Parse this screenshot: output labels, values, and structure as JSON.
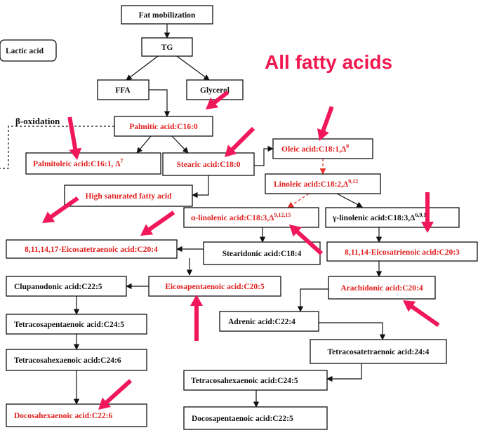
{
  "title": "All fatty acids",
  "side_labels": {
    "lactic_acid": "Lactic acid",
    "beta_oxidation": "β-oxidation"
  },
  "nodes": {
    "fat_mobilization": "Fat mobilization",
    "tg": "TG",
    "ffa": "FFA",
    "glycerol": "Glycerol",
    "palmitic": "Palmitic acid:C16:0",
    "palmitoleic": "Palmitoleic acid:C16:1, Δ",
    "palmitoleic_sup": "7",
    "stearic": "Stearic acid:C18:0",
    "oleic": "Oleic acid:C18:1,Δ",
    "oleic_sup": "9",
    "linoleic": "Linoleic acid:C18:2,Δ",
    "linoleic_sup": "9,12",
    "high_sat": "High saturated fatty acid",
    "alpha_linolenic": "α-linolenic acid:C18:3,Δ",
    "alpha_linolenic_sup": "9,12,15",
    "gamma_linolenic": "γ-linolenic acid:C18:3,Δ",
    "gamma_linolenic_sup": "6,9,12",
    "eicosatetraenoic": "8,11,14,17-Eicosatetraenoic acid:C20:4",
    "stearidonic": "Stearidonic acid:C18:4",
    "eicosatrienoic": "8,11,14-Eicosatrienoic acid:C20:3",
    "clupanodonic": "Clupanodonic acid:C22:5",
    "epa": "Eicosapentaenoic acid:C20:5",
    "arachidonic": "Arachidonic acid:C20:4",
    "adrenic": "Adrenic acid:C22:4",
    "tetracosapentaenoic_left": "Tetracosapentaenoic acid:C24:5",
    "tetracosatetraenoic": "Tetracosatetraenoic acid:24:4",
    "tetracosahexaenoic_left": "Tetracosahexaenoic acid:C24:6",
    "tetracosahexaenoic_right": "Tetracosahexaenoic acid:C24:5",
    "dha": "Docosahexaenoic acid:C22:6",
    "docosapentaenoic": "Docosapentaenoic acid:C22:5"
  },
  "colors": {
    "box_stroke": "#111111",
    "highlight_text": "#e0201e",
    "normal_text": "#111111",
    "arrow_pink": "#f0175a",
    "title": "#f0184f"
  }
}
